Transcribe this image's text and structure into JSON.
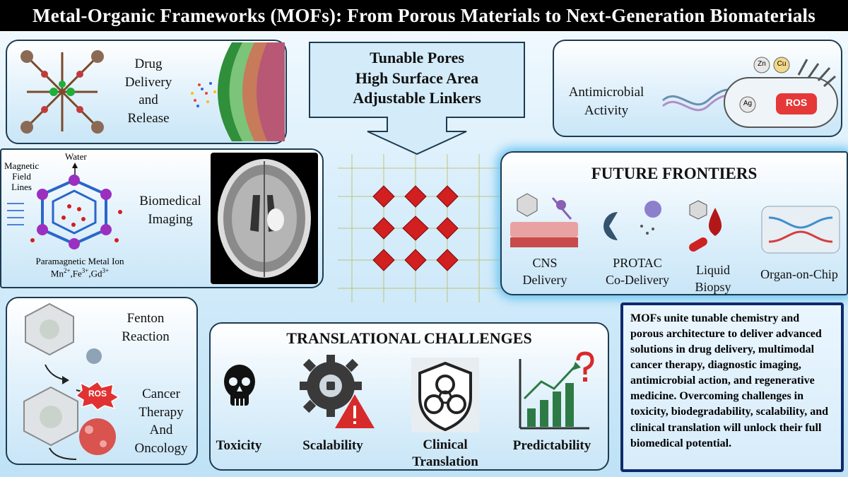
{
  "title": "Metal-Organic Frameworks (MOFs): From Porous Materials to Next-Generation Biomaterials",
  "properties": {
    "line1": "Tunable Pores",
    "line2": "High Surface Area",
    "line3": "Adjustable Linkers"
  },
  "drug_delivery": {
    "l1": "Drug",
    "l2": "Delivery",
    "l3": "and",
    "l4": "Release"
  },
  "antimicrobial": {
    "l1": "Antimicrobial",
    "l2": "Activity",
    "ions": [
      "Zn",
      "Cu",
      "Ag"
    ],
    "ros": "ROS"
  },
  "imaging": {
    "label1": "Biomedical",
    "label2": "Imaging",
    "water": "Water",
    "field1": "Magnetic",
    "field2": "Field",
    "field3": "Lines",
    "metal_ion": "Paramagnetic Metal Ion",
    "ions_base": [
      "Mn",
      "Fe",
      "Gd"
    ],
    "ions_sup": [
      "2+",
      "3+",
      "3+"
    ]
  },
  "future": {
    "heading": "FUTURE FRONTIERS",
    "items": [
      {
        "l1": "CNS",
        "l2": "Delivery"
      },
      {
        "l1": "PROTAC",
        "l2": "Co-Delivery"
      },
      {
        "l1": "Liquid",
        "l2": "Biopsy"
      },
      {
        "l1": "Organ-on-Chip",
        "l2": ""
      }
    ]
  },
  "cancer": {
    "fenton1": "Fenton",
    "fenton2": "Reaction",
    "ros": "ROS",
    "c1": "Cancer",
    "c2": "Therapy",
    "c3": "And",
    "c4": "Oncology"
  },
  "challenges": {
    "heading": "TRANSLATIONAL CHALLENGES",
    "items": [
      {
        "l1": "Toxicity",
        "l2": ""
      },
      {
        "l1": "Scalability",
        "l2": ""
      },
      {
        "l1": "Clinical",
        "l2": "Translation"
      },
      {
        "l1": "Predictability",
        "l2": ""
      }
    ]
  },
  "summary": "MOFs unite tunable chemistry and porous architecture to deliver advanced solutions in drug delivery, multimodal cancer therapy, diagnostic imaging, antimicrobial action, and regenerative medicine. Overcoming challenges in toxicity, biodegradability, scalability, and clinical translation will unlock their full biomedical potential.",
  "colors": {
    "accent": "#1d3b52",
    "mof_red": "#d21f1f",
    "summary_border": "#0f2a6b"
  }
}
